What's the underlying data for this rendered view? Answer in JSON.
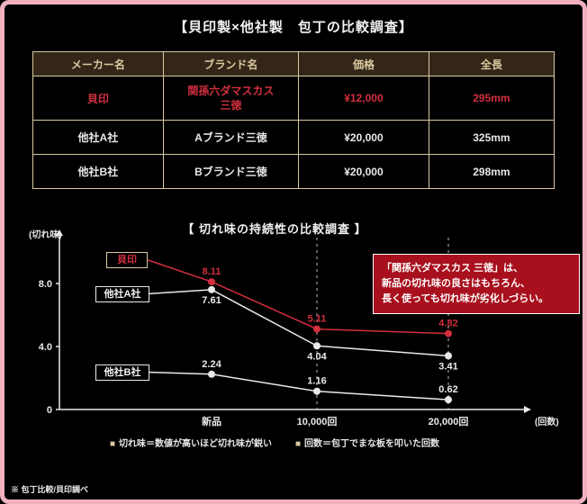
{
  "page": {
    "title": "【貝印製×他社製　包丁の比較調査】",
    "footnote": "※ 包丁比較/貝印調べ"
  },
  "colors": {
    "accent_red": "#d22f3f",
    "frame_pink": "#f0b0c0",
    "table_line_tan": "#d9c9a3",
    "callout_bg": "#a8101e",
    "background": "#000000",
    "line_white": "#e9e9e9"
  },
  "table": {
    "headers": [
      "メーカー名",
      "ブランド名",
      "価格",
      "全長"
    ],
    "rows": [
      {
        "maker": "貝印",
        "brand": "関孫六ダマスカス\n三徳",
        "price": "¥12,000",
        "length": "295mm",
        "highlight": true
      },
      {
        "maker": "他社A社",
        "brand": "Aブランド三徳",
        "price": "¥20,000",
        "length": "325mm",
        "highlight": false
      },
      {
        "maker": "他社B社",
        "brand": "Bブランド三徳",
        "price": "¥20,000",
        "length": "298mm",
        "highlight": false
      }
    ]
  },
  "chart_data": {
    "type": "line",
    "title": "【 切れ味の持続性の比較調査 】",
    "ylabel": "(切れ味)",
    "xlabel": "(回数)",
    "categories": [
      "新品",
      "10,000回",
      "20,000回"
    ],
    "yticks": [
      0,
      4.0,
      8.0
    ],
    "ylim": [
      0,
      9.5
    ],
    "grid": "dashed-vertical-at-categories",
    "legend_position": "boxed-labels-left-of-lines",
    "series": [
      {
        "name": "貝印",
        "color": "#d22f3f",
        "values": [
          8.11,
          5.11,
          4.82
        ]
      },
      {
        "name": "他社A社",
        "color": "#e9e9e9",
        "values": [
          7.61,
          4.04,
          3.41
        ]
      },
      {
        "name": "他社B社",
        "color": "#e9e9e9",
        "values": [
          2.24,
          1.16,
          0.62
        ]
      }
    ]
  },
  "callout": {
    "lines": [
      "「関孫六ダマスカス 三徳」は、",
      "新品の切れ味の良さはもちろん、",
      "長く使っても切れ味が劣化しづらい。"
    ]
  },
  "legend": {
    "items": [
      {
        "marker": "■",
        "text": "切れ味＝数値が高いほど切れ味が鋭い"
      },
      {
        "marker": "■",
        "text": "回数＝包丁でまな板を叩いた回数"
      }
    ]
  }
}
